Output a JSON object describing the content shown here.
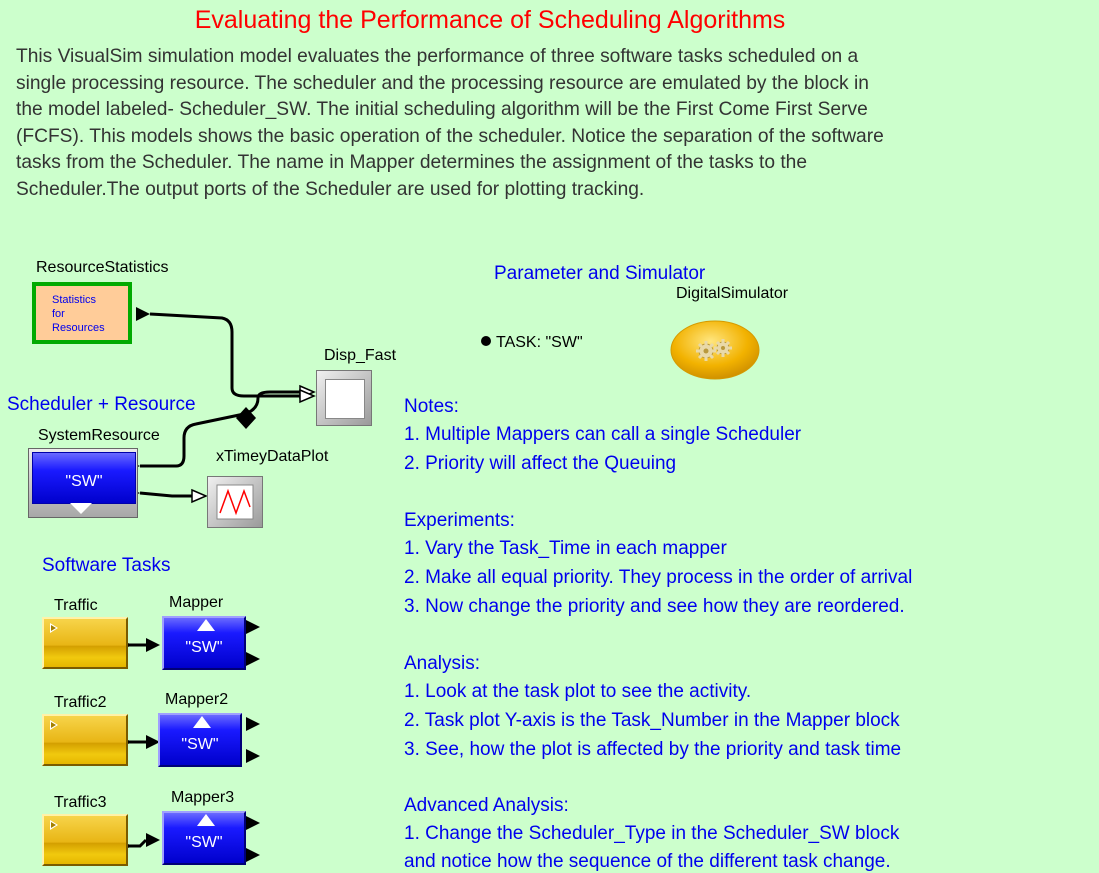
{
  "title": "Evaluating the Performance of Scheduling Algorithms",
  "description": "This VisualSim simulation model evaluates the performance of three software tasks scheduled on a single processing resource.  The scheduler and the processing resource are emulated by the block in the model labeled- Scheduler_SW. The initial scheduling algorithm will be the First Come First Serve (FCFS). This models shows the basic operation of the scheduler. Notice the separation of the software tasks from the Scheduler.  The name in Mapper determines the assignment of the tasks to the Scheduler.The output ports of the Scheduler are used for plotting tracking.",
  "diagram": {
    "resource_statistics": {
      "label": "ResourceStatistics",
      "box_lines": [
        "Statistics",
        "for",
        "Resources"
      ]
    },
    "disp_fast": {
      "label": "Disp_Fast"
    },
    "scheduler_heading": "Scheduler + Resource",
    "system_resource": {
      "label": "SystemResource",
      "value": "\"SW\""
    },
    "xtimey_plot": {
      "label": "xTimeyDataPlot"
    },
    "software_tasks_heading": "Software Tasks",
    "tasks": [
      {
        "traffic_label": "Traffic",
        "mapper_label": "Mapper",
        "mapper_value": "\"SW\""
      },
      {
        "traffic_label": "Traffic2",
        "mapper_label": "Mapper2",
        "mapper_value": "\"SW\""
      },
      {
        "traffic_label": "Traffic3",
        "mapper_label": "Mapper3",
        "mapper_value": "\"SW\""
      }
    ],
    "parameter_heading": "Parameter and Simulator",
    "simulator_label": "DigitalSimulator",
    "parameter": "TASK: \"SW\""
  },
  "notes": {
    "heading": "Notes:",
    "items": [
      "1. Multiple Mappers can call a single Scheduler",
      "2. Priority will affect the Queuing"
    ]
  },
  "experiments": {
    "heading": "Experiments:",
    "items": [
      "1. Vary the Task_Time in each mapper",
      "2. Make all equal priority. They process in the order of arrival",
      "3. Now change the priority and see how they are reordered."
    ]
  },
  "analysis": {
    "heading": "Analysis:",
    "items": [
      "1. Look at the task plot to see the activity.",
      "2. Task plot Y-axis is the Task_Number in the Mapper block",
      "3. See, how the plot is affected by the priority and task time"
    ]
  },
  "advanced_analysis": {
    "heading": "Advanced Analysis:",
    "items": [
      "1. Change the Scheduler_Type in the Scheduler_SW block",
      "and notice how the sequence of the different task change."
    ]
  },
  "colors": {
    "background": "#ccffcc",
    "title": "#ff0000",
    "notes_text": "#0000ee"
  }
}
